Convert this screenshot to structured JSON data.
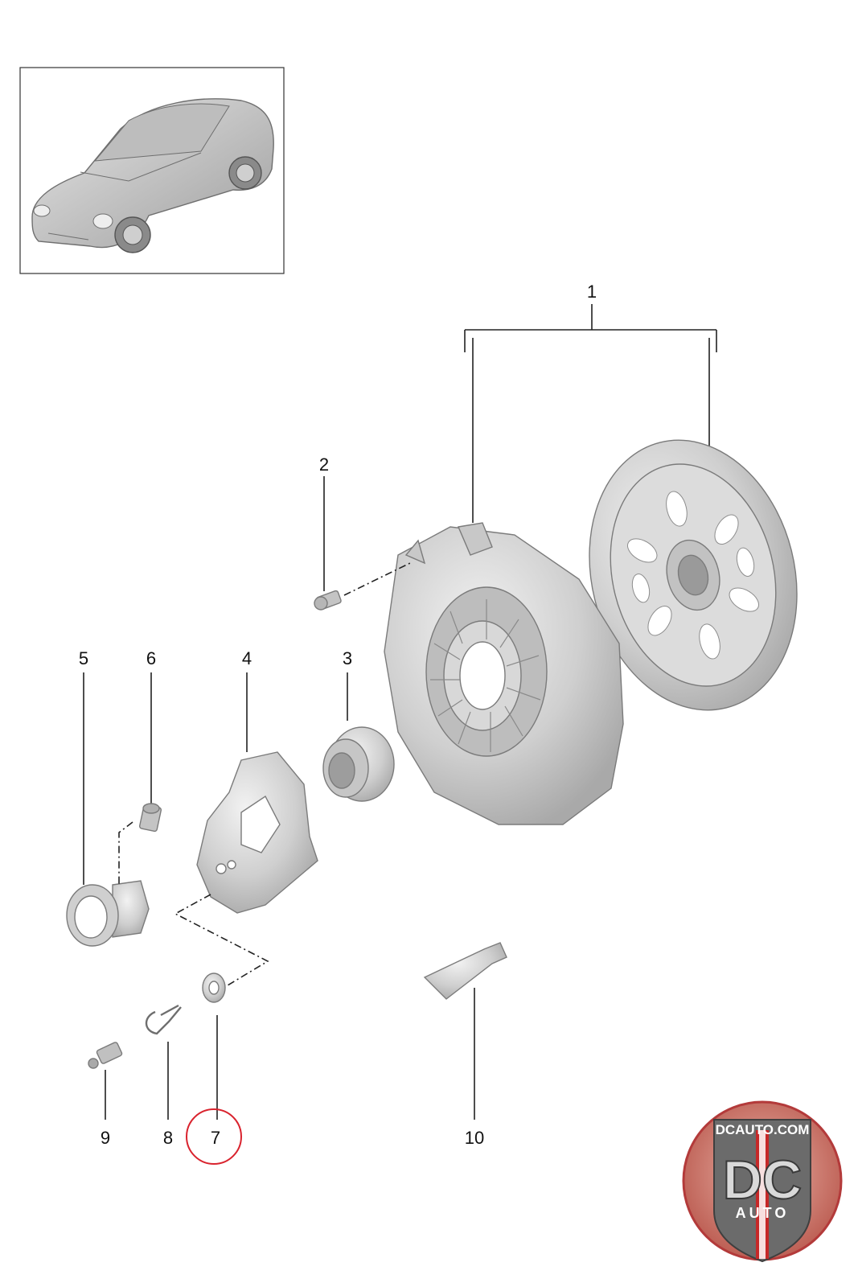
{
  "callouts": [
    {
      "id": "1",
      "label": "1"
    },
    {
      "id": "2",
      "label": "2"
    },
    {
      "id": "3",
      "label": "3"
    },
    {
      "id": "4",
      "label": "4"
    },
    {
      "id": "5",
      "label": "5"
    },
    {
      "id": "6",
      "label": "6"
    },
    {
      "id": "7",
      "label": "7",
      "highlighted": true
    },
    {
      "id": "8",
      "label": "8"
    },
    {
      "id": "9",
      "label": "9"
    },
    {
      "id": "10",
      "label": "10"
    }
  ],
  "highlight_color": "#d9232e",
  "logo": {
    "top_text": "DCAUTO.COM",
    "main_text": "DC",
    "sub_text": "AUTO",
    "colors": {
      "ring": "#b33a3a",
      "badge": "#6b6b6b",
      "accent": "#c62828"
    }
  },
  "parts_color": "#d6d6d6"
}
